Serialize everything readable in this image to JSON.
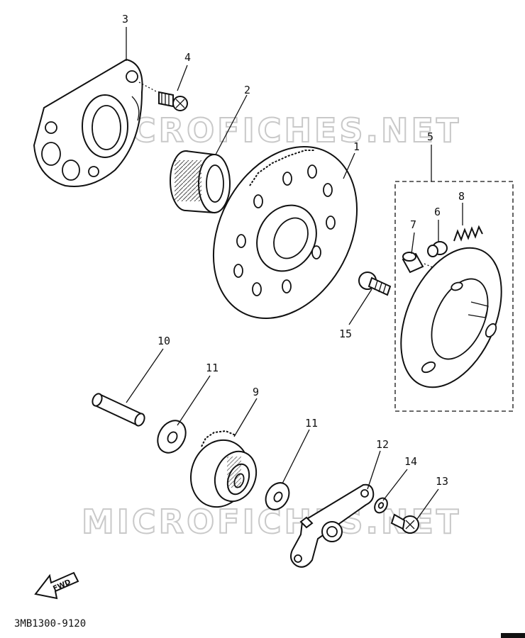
{
  "watermarks": [
    "MICROFICHES.NET",
    "MICROFICHES.NET"
  ],
  "part_code": "3MB1300-9120",
  "fwd_label": "FWD",
  "callouts": [
    "1",
    "2",
    "3",
    "4",
    "5",
    "6",
    "7",
    "8",
    "9",
    "10",
    "11",
    "11",
    "12",
    "13",
    "14",
    "15"
  ]
}
